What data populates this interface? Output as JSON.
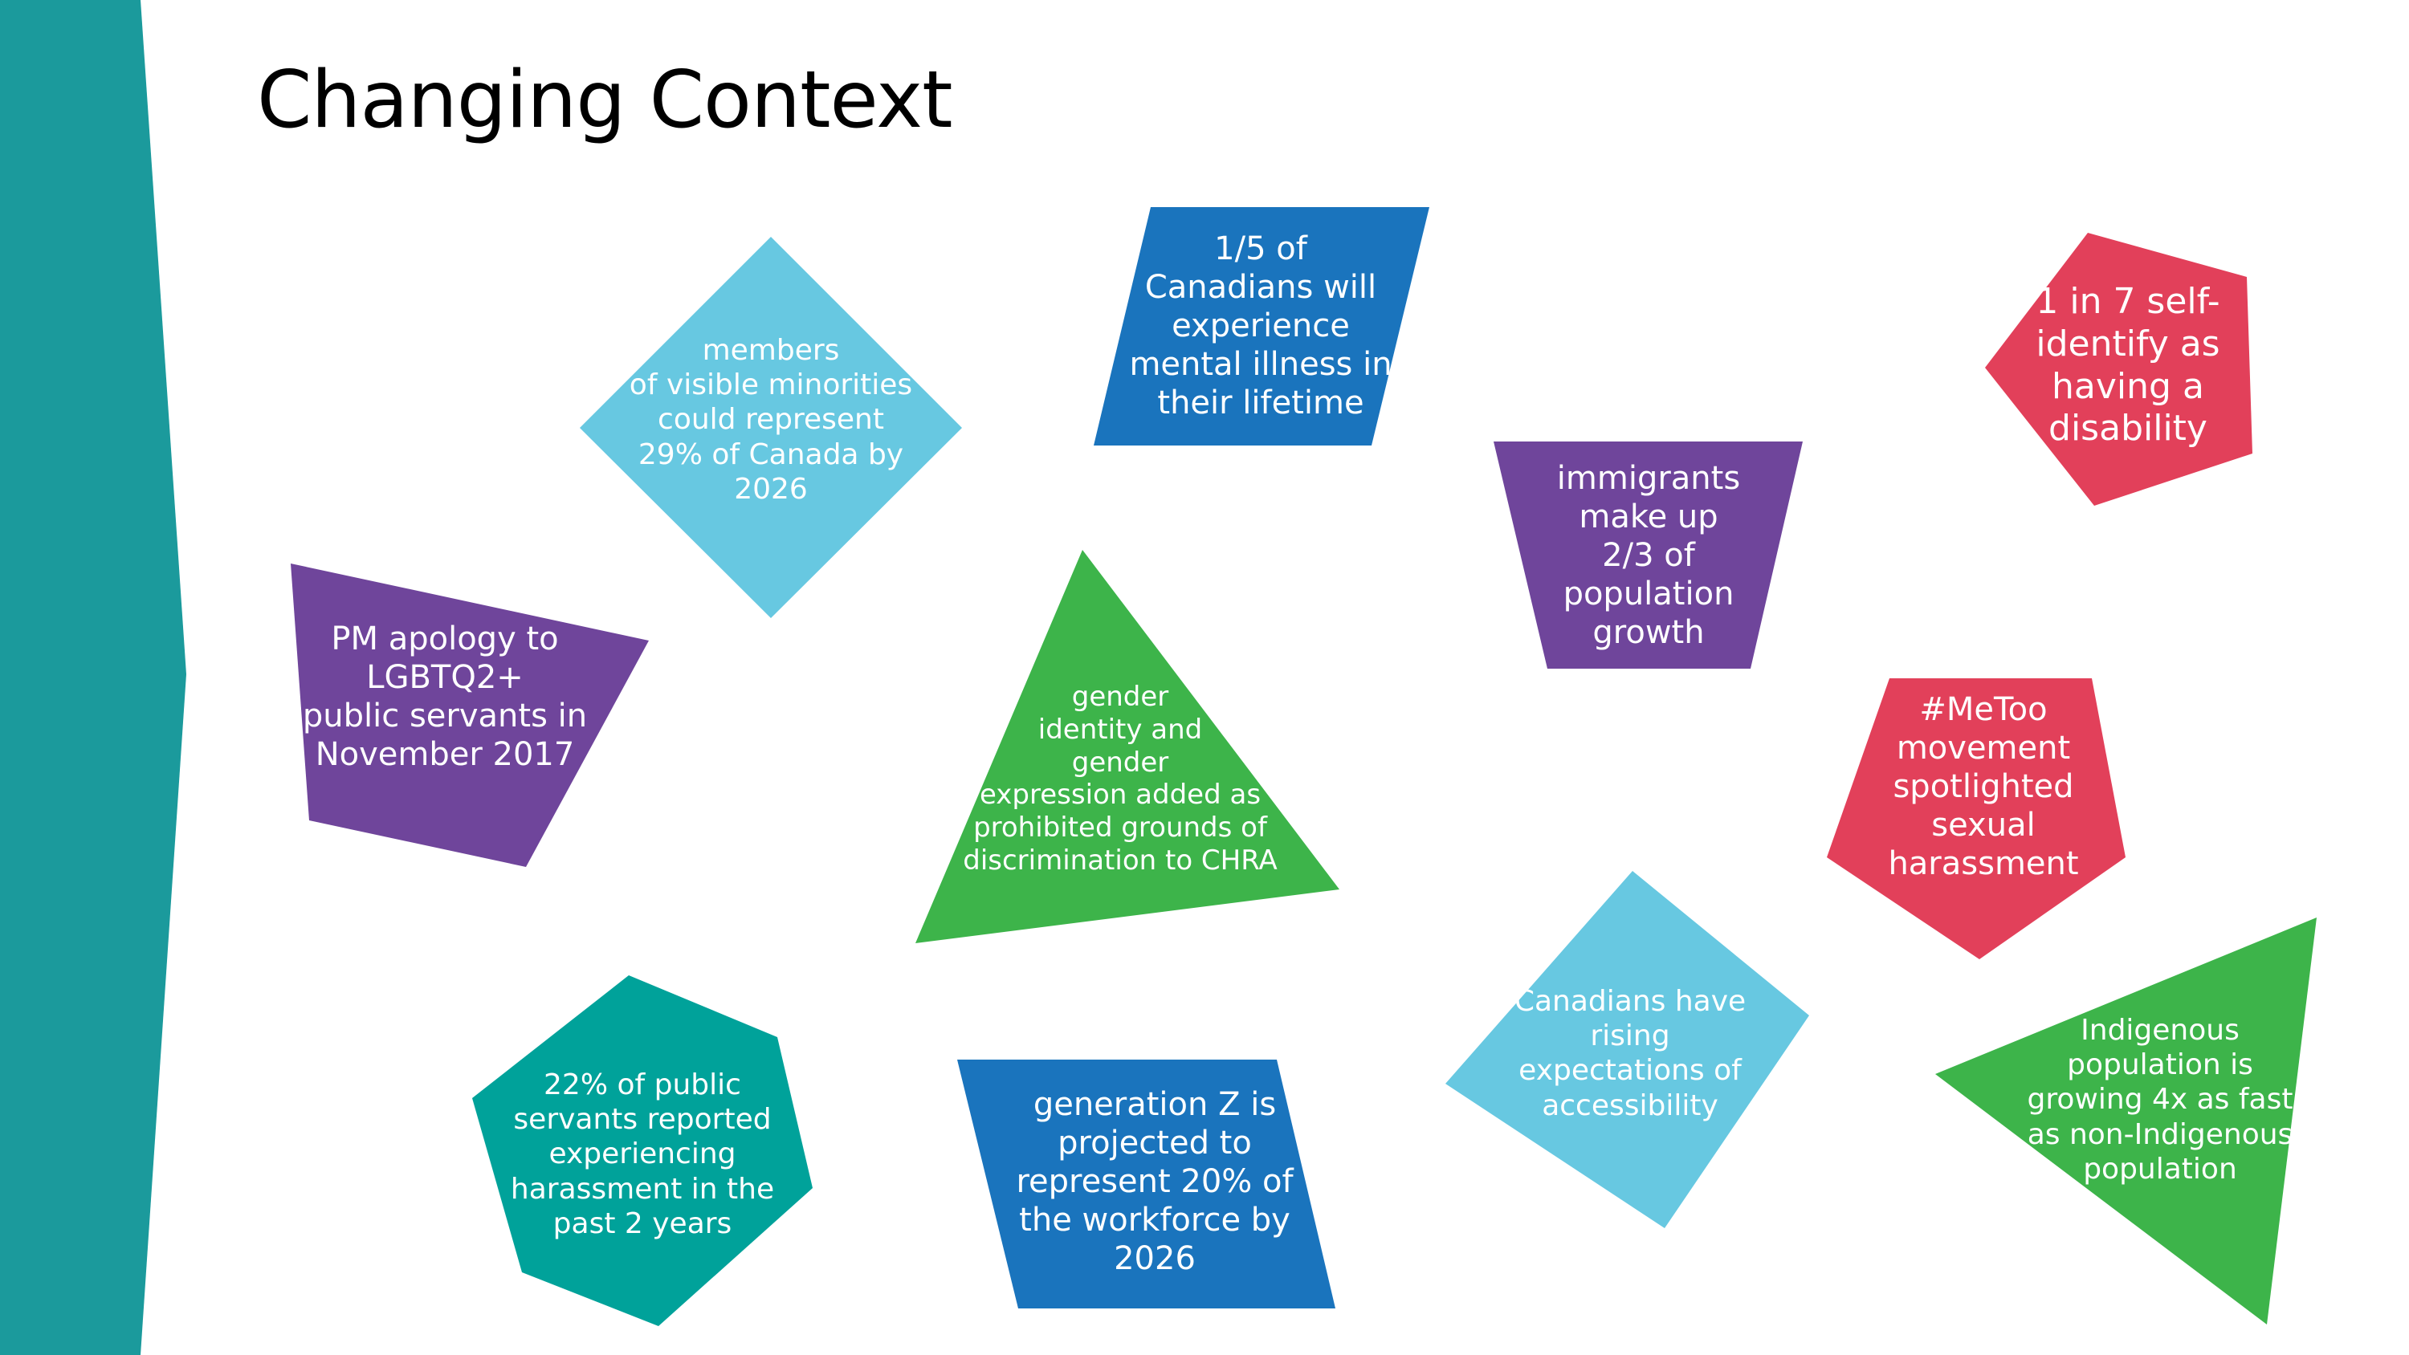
{
  "title": "Changing Context",
  "colors": {
    "teal_bar": "#1b9a9c",
    "light_blue": "#67c8e1",
    "blue": "#1a74bd",
    "purple": "#6f459b",
    "green": "#3db44a",
    "red": "#e2405a",
    "teal": "#00a29a"
  },
  "facts": {
    "visible_minorities": "members\nof visible minorities\ncould represent\n29% of Canada by\n2026",
    "mental_illness": "1/5 of\nCanadians will\nexperience\nmental illness in\ntheir lifetime",
    "disability": "1 in 7 self-\nidentify as\nhaving a\ndisability",
    "immigrants": "immigrants\nmake up\n2/3 of\npopulation\ngrowth",
    "pm_apology": "PM apology to\nLGBTQ2+\npublic servants in\nNovember 2017",
    "gender_identity": "gender\nidentity and\ngender\nexpression added as\nprohibited grounds of\ndiscrimination to CHRA",
    "metoo": "#MeToo\nmovement\nspotlighted\nsexual\nharassment",
    "accessibility": "Canadians have\nrising\nexpectations of\naccessibility",
    "indigenous": "Indigenous\npopulation is\ngrowing 4x as fast\nas non-Indigenous\npopulation",
    "harassment": "22% of public\nservants reported\nexperiencing\nharassment in the\npast 2 years",
    "generation_z": "generation Z is\nprojected to\nrepresent 20% of\nthe workforce by\n2026"
  }
}
